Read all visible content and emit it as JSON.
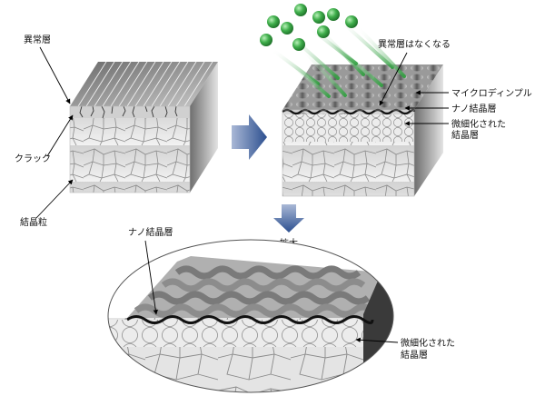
{
  "labels": {
    "altered_layer": "異常層",
    "crack": "クラック",
    "grain": "結晶粒",
    "no_altered_layer": "異常層はなくなる",
    "micro_dimple": "マイクロディンプル",
    "nano_layer": "ナノ結晶層",
    "refined_line1": "微細化された",
    "refined_line2": "結晶層",
    "enlarge": "拡大",
    "zoom_nano_layer": "ナノ結晶層",
    "zoom_refined_line1": "微細化された",
    "zoom_refined_line2": "結晶層"
  },
  "colors": {
    "arrow_blue": "#2c4f8f",
    "shot_green": "#2f9e3e",
    "block_face": "#e6e6e6",
    "block_side": "#8d8d8d",
    "grain_line": "#8a8a8a"
  }
}
